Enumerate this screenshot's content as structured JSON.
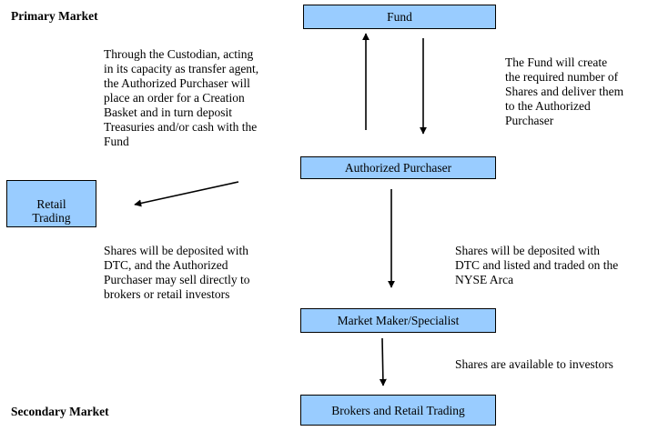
{
  "sections": {
    "primary_market": "Primary Market",
    "secondary_market": "Secondary Market"
  },
  "nodes": {
    "fund": "Fund",
    "authorized_purchaser": "Authorized Purchaser",
    "retail_trading": [
      "Retail",
      "Trading"
    ],
    "market_maker": "Market Maker/Specialist",
    "brokers_retail": "Brokers and Retail Trading"
  },
  "notes": {
    "custodian_order": [
      "Through the Custodian, acting",
      "in its capacity as transfer agent,",
      "the Authorized Purchaser will",
      "place an order for a Creation",
      "Basket and in turn deposit",
      "Treasuries and/or cash with the",
      "Fund"
    ],
    "fund_create": [
      "The Fund will create",
      "the required number of",
      "Shares and deliver them",
      "to the Authorized",
      "Purchaser"
    ],
    "dtc_retail": [
      "Shares will be deposited with",
      "DTC, and the Authorized",
      "Purchaser may sell directly to",
      "brokers or retail investors"
    ],
    "dtc_nyse": [
      "Shares will be deposited with",
      "DTC and listed and traded on the",
      "NYSE Arca"
    ],
    "available": "Shares are available to investors"
  },
  "colors": {
    "box_fill": "#99ccff",
    "stroke": "#000000"
  }
}
